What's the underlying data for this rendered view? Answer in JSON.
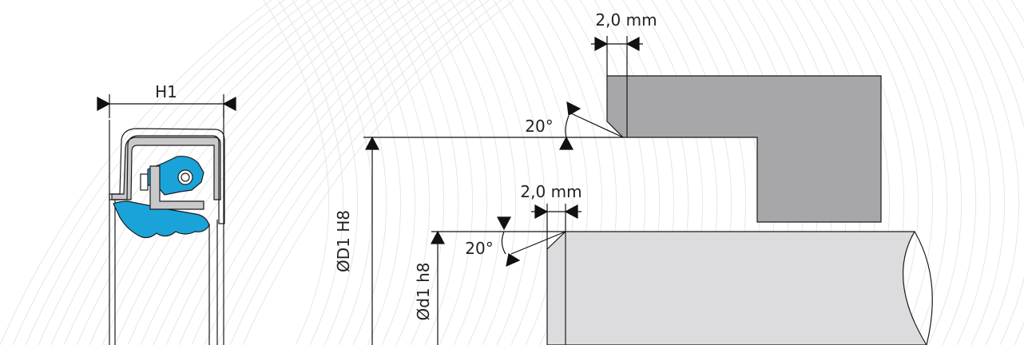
{
  "labels": {
    "h1": "H1",
    "chamfer_housing_width": "2,0 mm",
    "chamfer_shaft_width": "2,0 mm",
    "angle_housing": "20°",
    "angle_shaft": "20°",
    "bore_diameter": "ØD1 H8",
    "shaft_diameter": "Ød1 h8"
  },
  "colors": {
    "housing": "#a7a7aa",
    "shaft": "#dcdcde",
    "seal_lip": "#1aa3d8",
    "outline": "#1a1a1a",
    "background_lines": "#e6e6e6"
  }
}
